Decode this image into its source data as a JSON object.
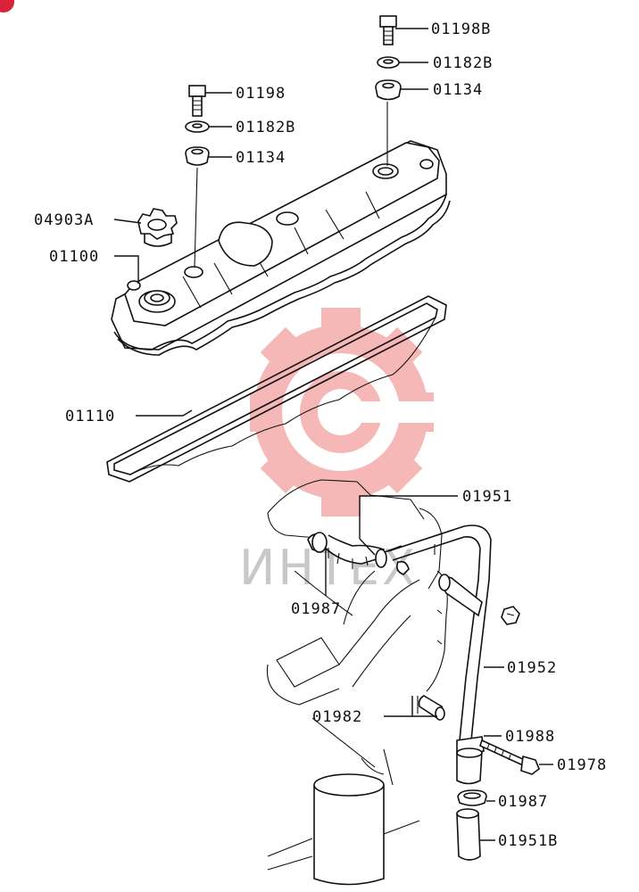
{
  "colors": {
    "line": "#111111",
    "watermark": "#f07e7e",
    "watermark_text": "#c8c8c8",
    "badge": "#d8233a"
  },
  "watermark": {
    "text": "ИНТЕХ"
  },
  "parts": {
    "p01198B": "01198B",
    "p01182B_top": "01182B",
    "p01134_top": "01134",
    "p01198": "01198",
    "p01182B": "01182B",
    "p01134": "01134",
    "p04903A": "04903A",
    "p01100": "01100",
    "p01110": "01110",
    "p01951": "01951",
    "p01987_left": "01987",
    "p01952": "01952",
    "p01982": "01982",
    "p01988": "01988",
    "p01978": "01978",
    "p01987_bottom": "01987",
    "p01951B": "01951B"
  }
}
